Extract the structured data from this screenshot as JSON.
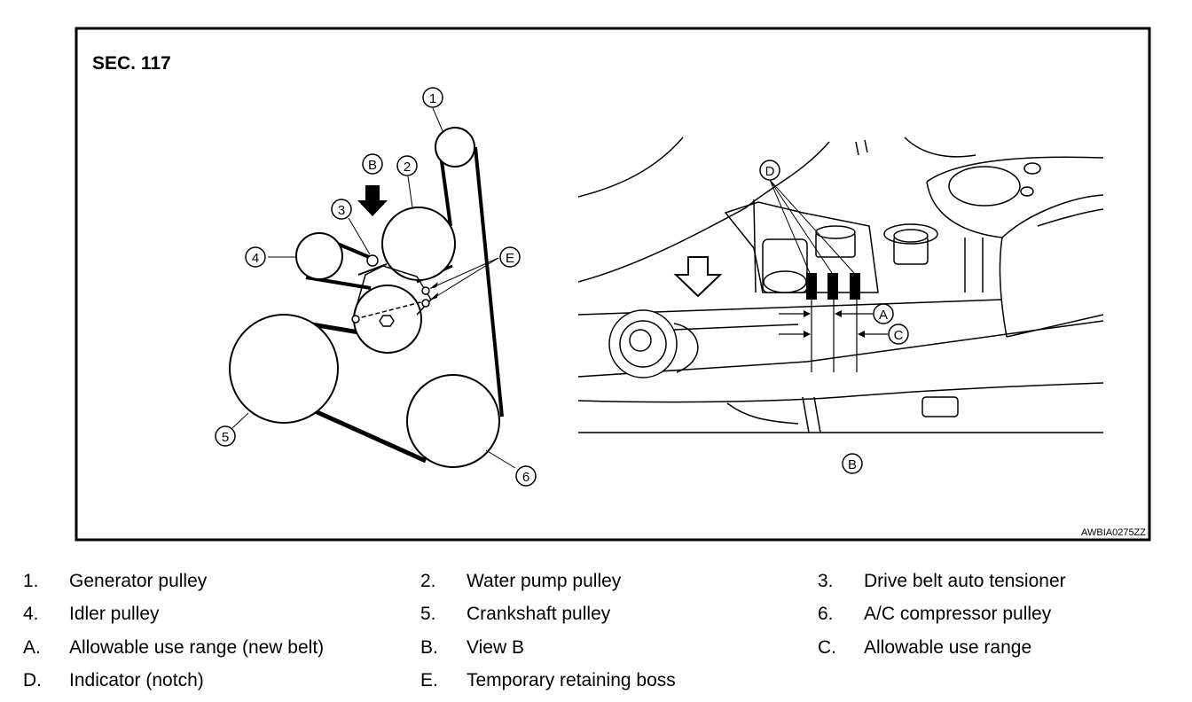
{
  "figure": {
    "section_label": "SEC. 117",
    "image_code": "AWBIA0275ZZ",
    "view_label": "B",
    "callouts": {
      "c1": "1",
      "c2": "2",
      "c3": "3",
      "c4": "4",
      "c5": "5",
      "c6": "6",
      "cB": "B",
      "cD": "D",
      "cE": "E",
      "cA": "A",
      "cC": "C"
    }
  },
  "legend": [
    {
      "key": "1.",
      "text": "Generator pulley"
    },
    {
      "key": "2.",
      "text": "Water pump pulley"
    },
    {
      "key": "3.",
      "text": "Drive belt auto tensioner"
    },
    {
      "key": "4.",
      "text": "Idler pulley"
    },
    {
      "key": "5.",
      "text": "Crankshaft pulley"
    },
    {
      "key": "6.",
      "text": "A/C compressor pulley"
    },
    {
      "key": "A.",
      "text": "Allowable use range (new belt)"
    },
    {
      "key": "B.",
      "text": "View B"
    },
    {
      "key": "C.",
      "text": "Allowable use range"
    },
    {
      "key": "D.",
      "text": "Indicator (notch)"
    },
    {
      "key": "E.",
      "text": "Temporary retaining boss"
    }
  ]
}
